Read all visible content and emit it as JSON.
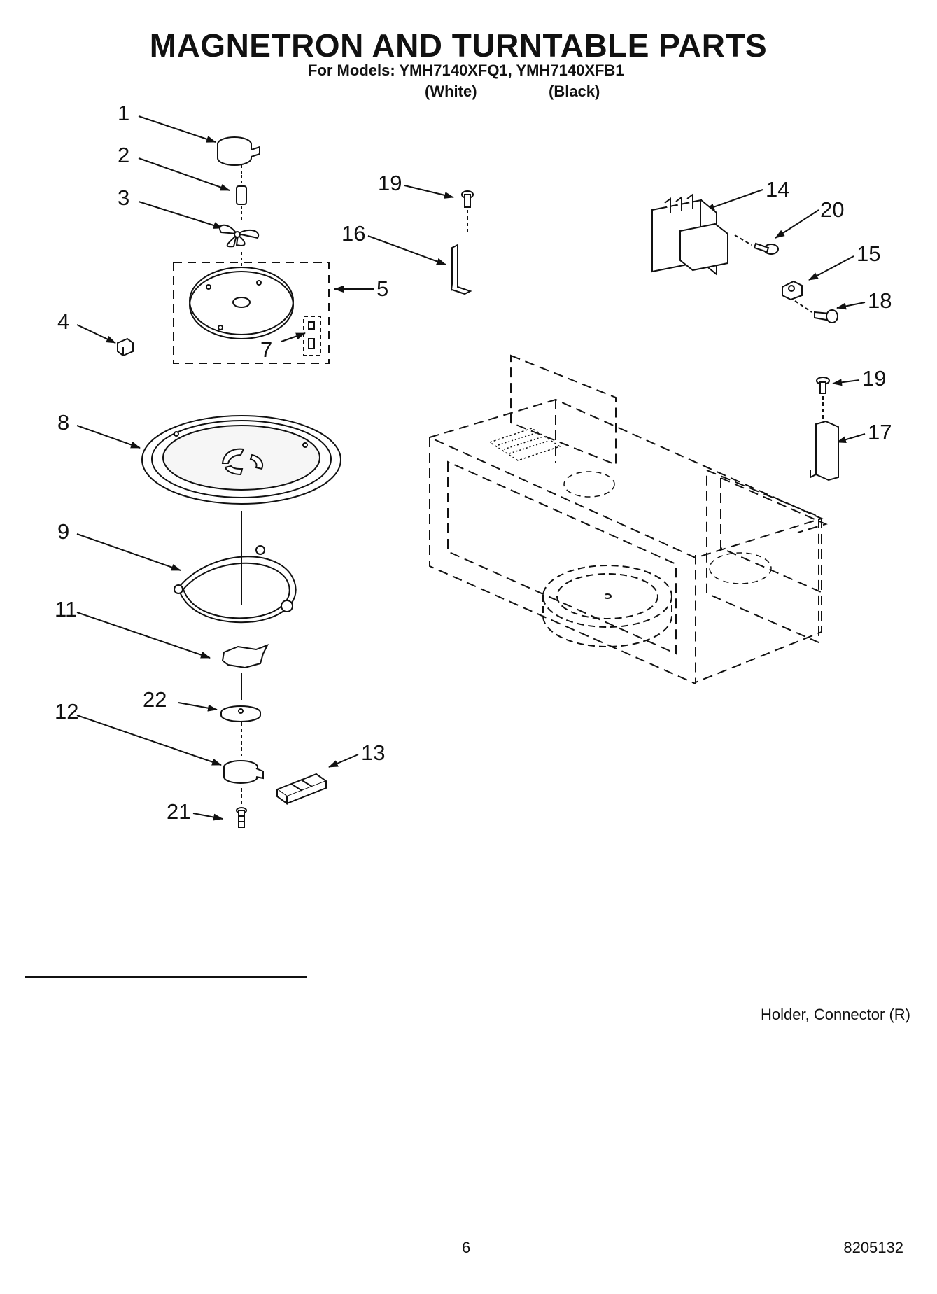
{
  "header": {
    "title": "MAGNETRON AND TURNTABLE PARTS",
    "models_line": "For Models: YMH7140XFQ1, YMH7140XFB1",
    "variant_white": "(White)",
    "variant_black": "(Black)"
  },
  "callouts": [
    "1",
    "2",
    "3",
    "4",
    "5",
    "7",
    "8",
    "9",
    "11",
    "22",
    "12",
    "21",
    "13",
    "19",
    "16",
    "14",
    "20",
    "15",
    "18",
    "19",
    "17"
  ],
  "footnote": "Holder, Connector (R)",
  "footer": {
    "page_number": "6",
    "document_number": "8205132"
  }
}
